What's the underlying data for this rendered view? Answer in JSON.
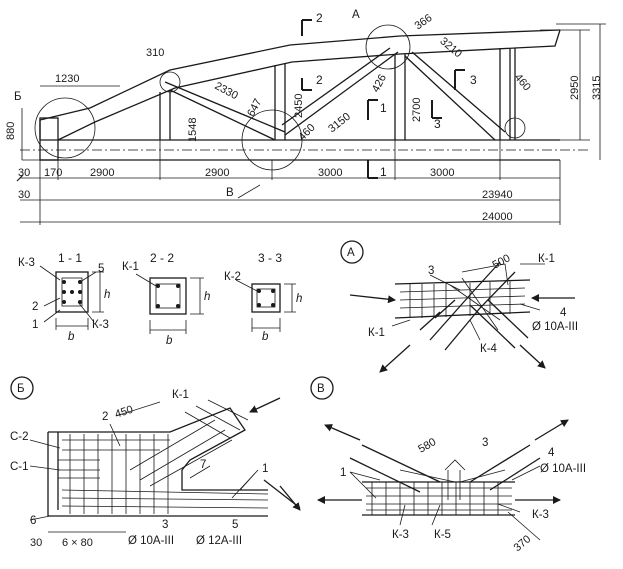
{
  "truss": {
    "node_letters": {
      "a": "А",
      "b": "Б",
      "v": "В"
    },
    "section_marks": [
      "1",
      "1",
      "2",
      "2",
      "3",
      "3"
    ],
    "dims": {
      "d1230": "1230",
      "d880": "880",
      "d30a": "30",
      "d30b": "30",
      "d170": "170",
      "d2900a": "2900",
      "d2900b": "2900",
      "d3000a": "3000",
      "d3000b": "3000",
      "d23940": "23940",
      "d24000": "24000",
      "d310": "310",
      "d1548": "1548",
      "d2330": "2330",
      "d647": "647",
      "d2450": "2450",
      "d460a": "460",
      "d3150": "3150",
      "d426": "426",
      "d2700": "2700",
      "d366": "366",
      "d3210": "3210",
      "d460b": "460",
      "d2950": "2950",
      "d3315": "3315"
    }
  },
  "sections": {
    "s11": {
      "title": "1 - 1",
      "k3a": "К-3",
      "k3b": "К-3",
      "n5": "5",
      "n2": "2",
      "n1": "1",
      "h": "h",
      "b": "b"
    },
    "s22": {
      "title": "2 - 2",
      "k1": "К-1",
      "h": "h",
      "b": "b"
    },
    "s33": {
      "title": "3 - 3",
      "k2": "К-2",
      "h": "h",
      "b": "b"
    }
  },
  "detailA": {
    "letter": "А",
    "n3": "3",
    "d500": "500",
    "k1a": "К-1",
    "k1b": "К-1",
    "k4": "К-4",
    "n4": "4",
    "bar": "Ø 10А-III"
  },
  "detailB": {
    "letter": "Б",
    "k1": "К-1",
    "d450": "450",
    "n2": "2",
    "c2": "С-2",
    "c1": "С-1",
    "n7": "7",
    "n1": "1",
    "n6": "6",
    "d30": "30",
    "pitch": "6 × 80",
    "n3": "3",
    "bar3": "Ø 10А-III",
    "n5": "5",
    "bar5": "Ø 12А-III"
  },
  "detailV": {
    "letter": "В",
    "d580": "580",
    "n3": "3",
    "n4": "4",
    "bar": "Ø 10А-III",
    "n1": "1",
    "k3a": "К-3",
    "k3b": "К-3",
    "k5": "К-5",
    "d370": "370"
  }
}
